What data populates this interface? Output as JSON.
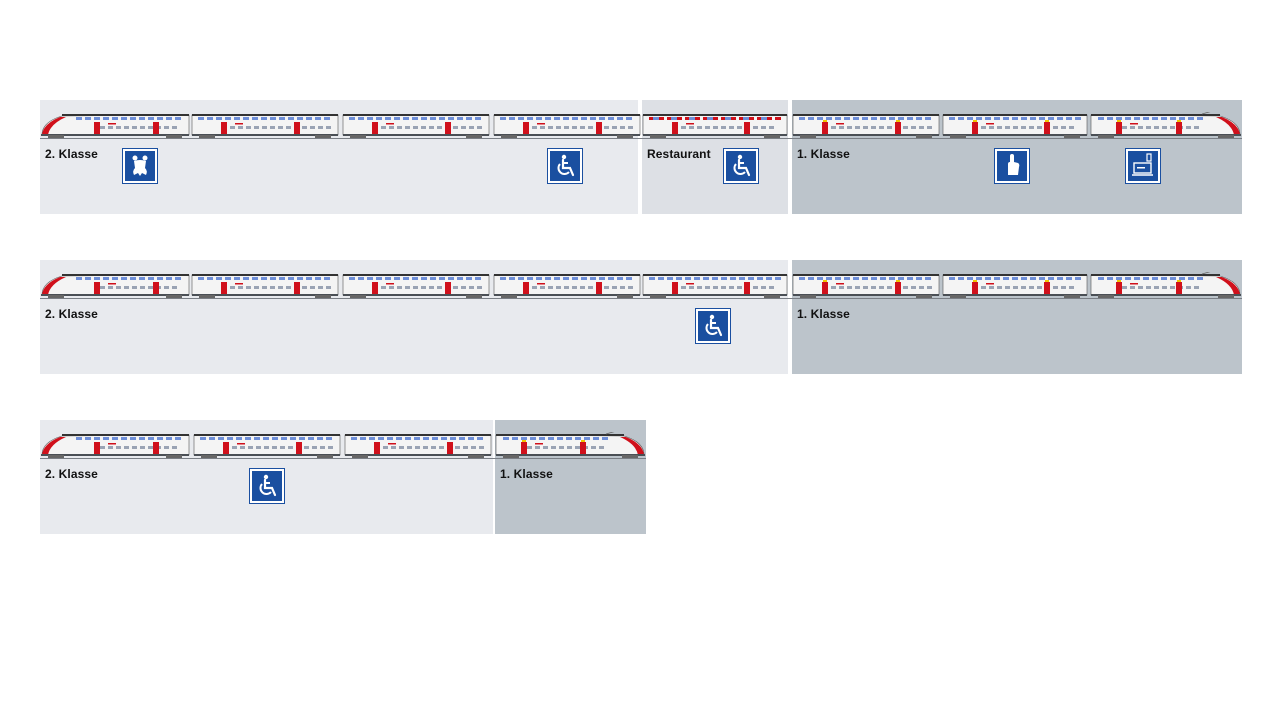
{
  "colors": {
    "second_class_zone": "#e8eaee",
    "restaurant_zone": "#dde0e5",
    "first_class_zone": "#bcc4cb",
    "pictogram_blue": "#1a4fa0",
    "train_red": "#d0101b",
    "window_blue": "#6f8fd8"
  },
  "formations": [
    {
      "cars": 8,
      "zones": [
        {
          "type": "second",
          "label": "2. Klasse"
        },
        {
          "type": "restaurant",
          "label": "Restaurant"
        },
        {
          "type": "first",
          "label": "1. Klasse"
        }
      ],
      "pictograms": [
        {
          "icon": "family-zone-icon"
        },
        {
          "icon": "wheelchair-icon"
        },
        {
          "icon": "wheelchair-icon"
        },
        {
          "icon": "quiet-zone-icon"
        },
        {
          "icon": "business-zone-icon"
        }
      ]
    },
    {
      "cars": 8,
      "zones": [
        {
          "type": "second",
          "label": "2. Klasse"
        },
        {
          "type": "first",
          "label": "1. Klasse"
        }
      ],
      "pictograms": [
        {
          "icon": "wheelchair-icon"
        }
      ]
    },
    {
      "cars": 4,
      "zones": [
        {
          "type": "second",
          "label": "2. Klasse"
        },
        {
          "type": "first",
          "label": "1. Klasse"
        }
      ],
      "pictograms": [
        {
          "icon": "wheelchair-icon"
        }
      ]
    }
  ]
}
